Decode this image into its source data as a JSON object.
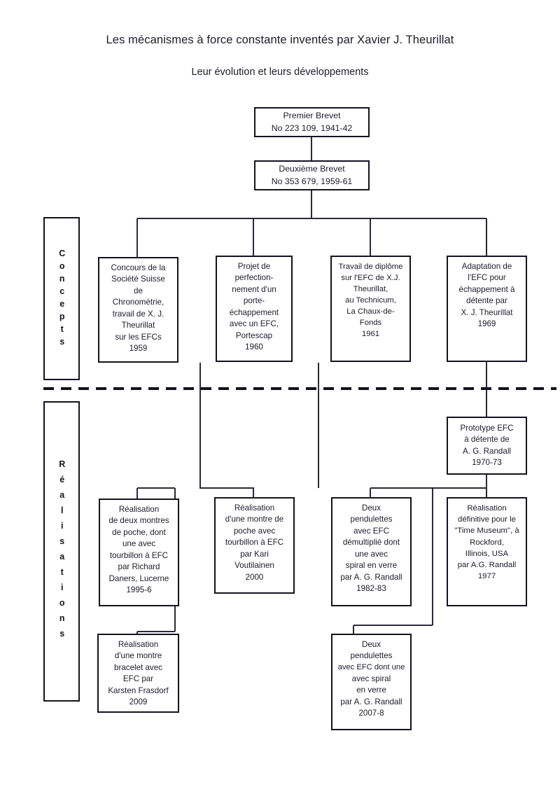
{
  "header": {
    "title": "Les mécanismes à force constante inventés par Xavier J. Theurillat",
    "subtitle": "Leur évolution et leurs développements"
  },
  "rails": [
    {
      "id": "concepts",
      "label": "Concepts"
    },
    {
      "id": "realisations",
      "label": "Réalisations"
    }
  ],
  "nodes": {
    "patent1": {
      "l0": "Premier Brevet",
      "l1": "No 223 109, 1941-42"
    },
    "patent2": {
      "l0": "Deuxième Brevet",
      "l1": "No 353 679, 1959-61"
    },
    "concept1": {
      "l0": "Concours de la",
      "l1": "Société Suisse",
      "l2": "de",
      "l3": "Chronométrie,",
      "l4": "travail de X. J.",
      "l5": "Theurillat",
      "l6": "sur les EFCs",
      "l7": "1959"
    },
    "concept2": {
      "l0": "Projet de",
      "l1": "perfection-",
      "l2": "nement d'un",
      "l3": "porte-",
      "l4": "échappement",
      "l5": "avec un EFC,",
      "l6": "Portescap",
      "l7": "1960"
    },
    "concept3": {
      "l0": "Travail de diplôme",
      "l1": "sur l'EFC de X.J.",
      "l2": "Theurillat,",
      "l3": "au Technicum,",
      "l4": "La Chaux-de-",
      "l5": "Fonds",
      "l6": "1961"
    },
    "concept4": {
      "l0": "Adaptation de",
      "l1": "l'EFC pour",
      "l2": "échappement à",
      "l3": "détente par",
      "l4": "X. J. Theurillat",
      "l5": "1969"
    },
    "prototype": {
      "l0": "Prototype EFC",
      "l1": "à détente de",
      "l2": "A. G. Randall",
      "l3": "1970-73"
    },
    "real1": {
      "l0": "Réalisation",
      "l1": "de deux montres",
      "l2": "de poche, dont",
      "l3": "une avec",
      "l4": "tourbillon à EFC",
      "l5": "par Richard",
      "l6": "Daners, Lucerne",
      "l7": "1995-6"
    },
    "real2": {
      "l0": "Réalisation",
      "l1": "d'une montre de",
      "l2": "poche avec",
      "l3": "tourbillon à EFC",
      "l4": "par Kari",
      "l5": "Voutilainen",
      "l6": "2000"
    },
    "real3": {
      "l0": "Deux",
      "l1": "pendulettes",
      "l2": "avec EFC",
      "l3a": "démultiplié",
      "l3b": "dont",
      "l4": "une avec",
      "l5": "spiral en verre",
      "l6": "par A. G. Randall",
      "l7": "1982-83"
    },
    "real4": {
      "l0": "Réalisation",
      "l1": "définitive pour le",
      "l2": "\"Time Museum\", à",
      "l3": "Rockford,",
      "l4": "Illinois, USA",
      "l5": "par A.G. Randall",
      "l6": "1977"
    },
    "real5": {
      "l0": "Réalisation",
      "l1": "d'une montre",
      "l2": "bracelet avec",
      "l3": "EFC par",
      "l4": "Karsten Frasdorf",
      "l5": "2009"
    },
    "real6": {
      "l0": "Deux",
      "l1": "pendulettes",
      "l2": "avec EFC dont une",
      "l3a": "avec",
      "l3b": "spiral",
      "l4": "en verre",
      "l5": "par A. G. Randall",
      "l6": "2007-8"
    }
  },
  "colors": {
    "ink": "#1b1b2b",
    "stroke": "#13131f",
    "wire": "#2a2a3a",
    "background": "#ffffff"
  }
}
